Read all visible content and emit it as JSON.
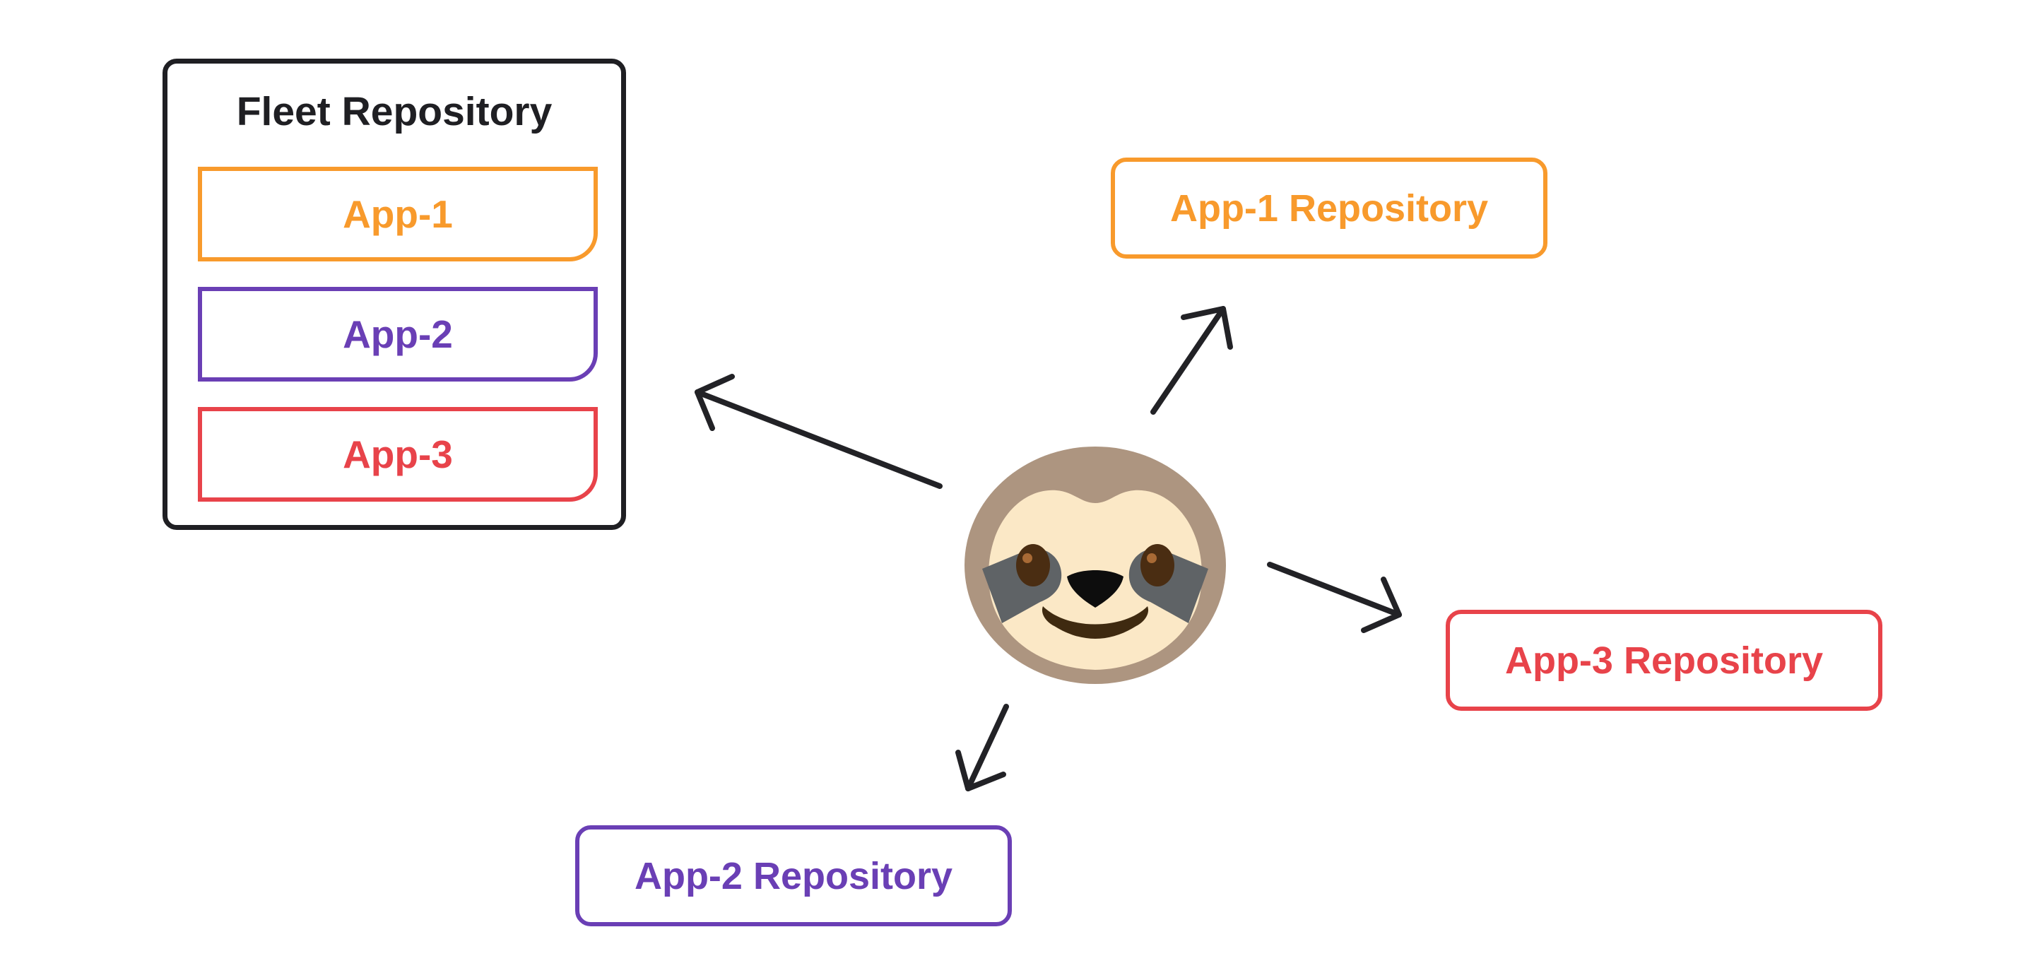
{
  "fleet": {
    "title": "Fleet Repository",
    "apps": [
      {
        "label": "App-1",
        "color": "#f89a2c"
      },
      {
        "label": "App-2",
        "color": "#6a3fb5"
      },
      {
        "label": "App-3",
        "color": "#e8434a"
      }
    ]
  },
  "repositories": [
    {
      "label": "App-1 Repository",
      "color": "#f89a2c"
    },
    {
      "label": "App-2 Repository",
      "color": "#6a3fb5"
    },
    {
      "label": "App-3 Repository",
      "color": "#e8434a"
    }
  ],
  "colors": {
    "outline": "#1f1f23",
    "arrow": "#222226",
    "sloth_fur": "#ad9580",
    "sloth_face": "#fbe8c6",
    "sloth_mask": "#5f6366",
    "sloth_eye": "#4a2d12",
    "sloth_nose": "#0d0d0d",
    "sloth_mouth": "#3f2a10"
  },
  "icons": {
    "center": "sloth-icon",
    "arrow": "arrow-icon"
  }
}
